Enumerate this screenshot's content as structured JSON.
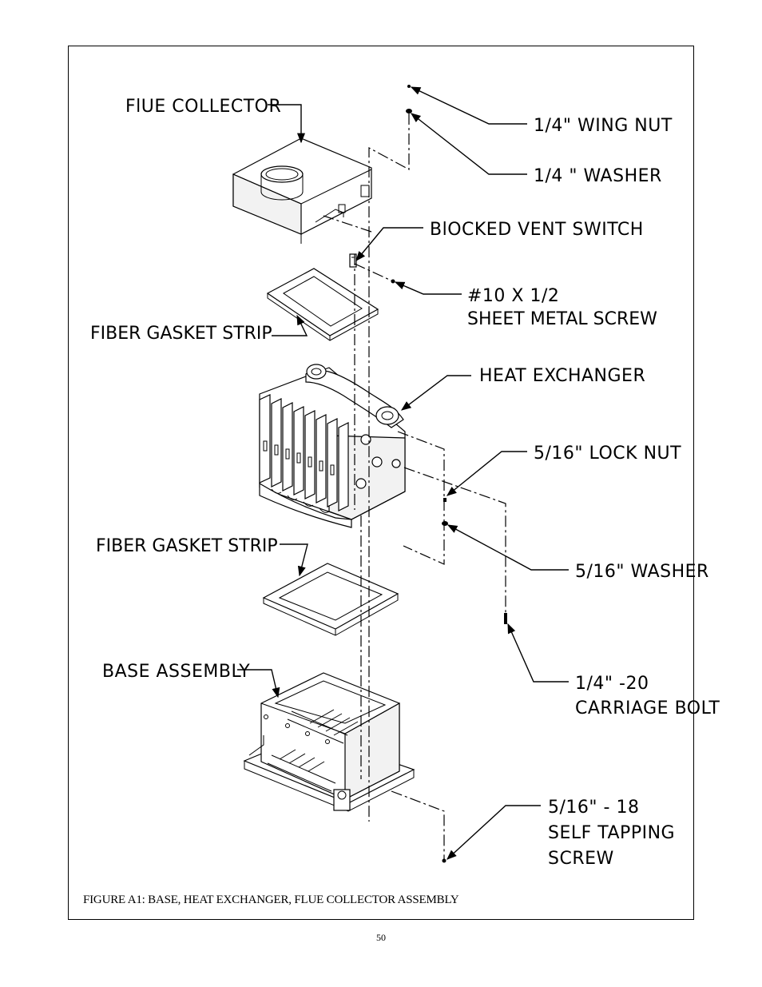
{
  "labels": {
    "flue_collector": "FlUE COLLECTOR",
    "wing_nut": "1/4\" WING NUT",
    "washer_quarter": "1/4 \" WASHER",
    "blocked_vent_switch": "BlOCKED VENT SWITCH",
    "sheet_metal_screw_line1": "#10 X 1/2",
    "sheet_metal_screw_line2": "SHEET METAL SCREW",
    "fiber_gasket_strip_top": "FIBER GASKET STRIP",
    "heat_exchanger": "HEAT EXCHANGER",
    "lock_nut": "5/16\" LOCK NUT",
    "fiber_gasket_strip_bottom": "FIBER GASKET STRIP",
    "washer_five_sixteenths": "5/16\" WASHER",
    "base_assembly": "BASE ASSEMBLY",
    "carriage_bolt_line1": "1/4\" -20",
    "carriage_bolt_line2": "CARRIAGE BOLT",
    "self_tapping_screw_line1": "5/16\" - 18",
    "self_tapping_screw_line2": "SELF TAPPING",
    "self_tapping_screw_line3": "SCREW"
  },
  "caption": "FIGURE A1: BASE, HEAT EXCHANGER, FLUE COLLECTOR ASSEMBLY",
  "page_number": "50"
}
